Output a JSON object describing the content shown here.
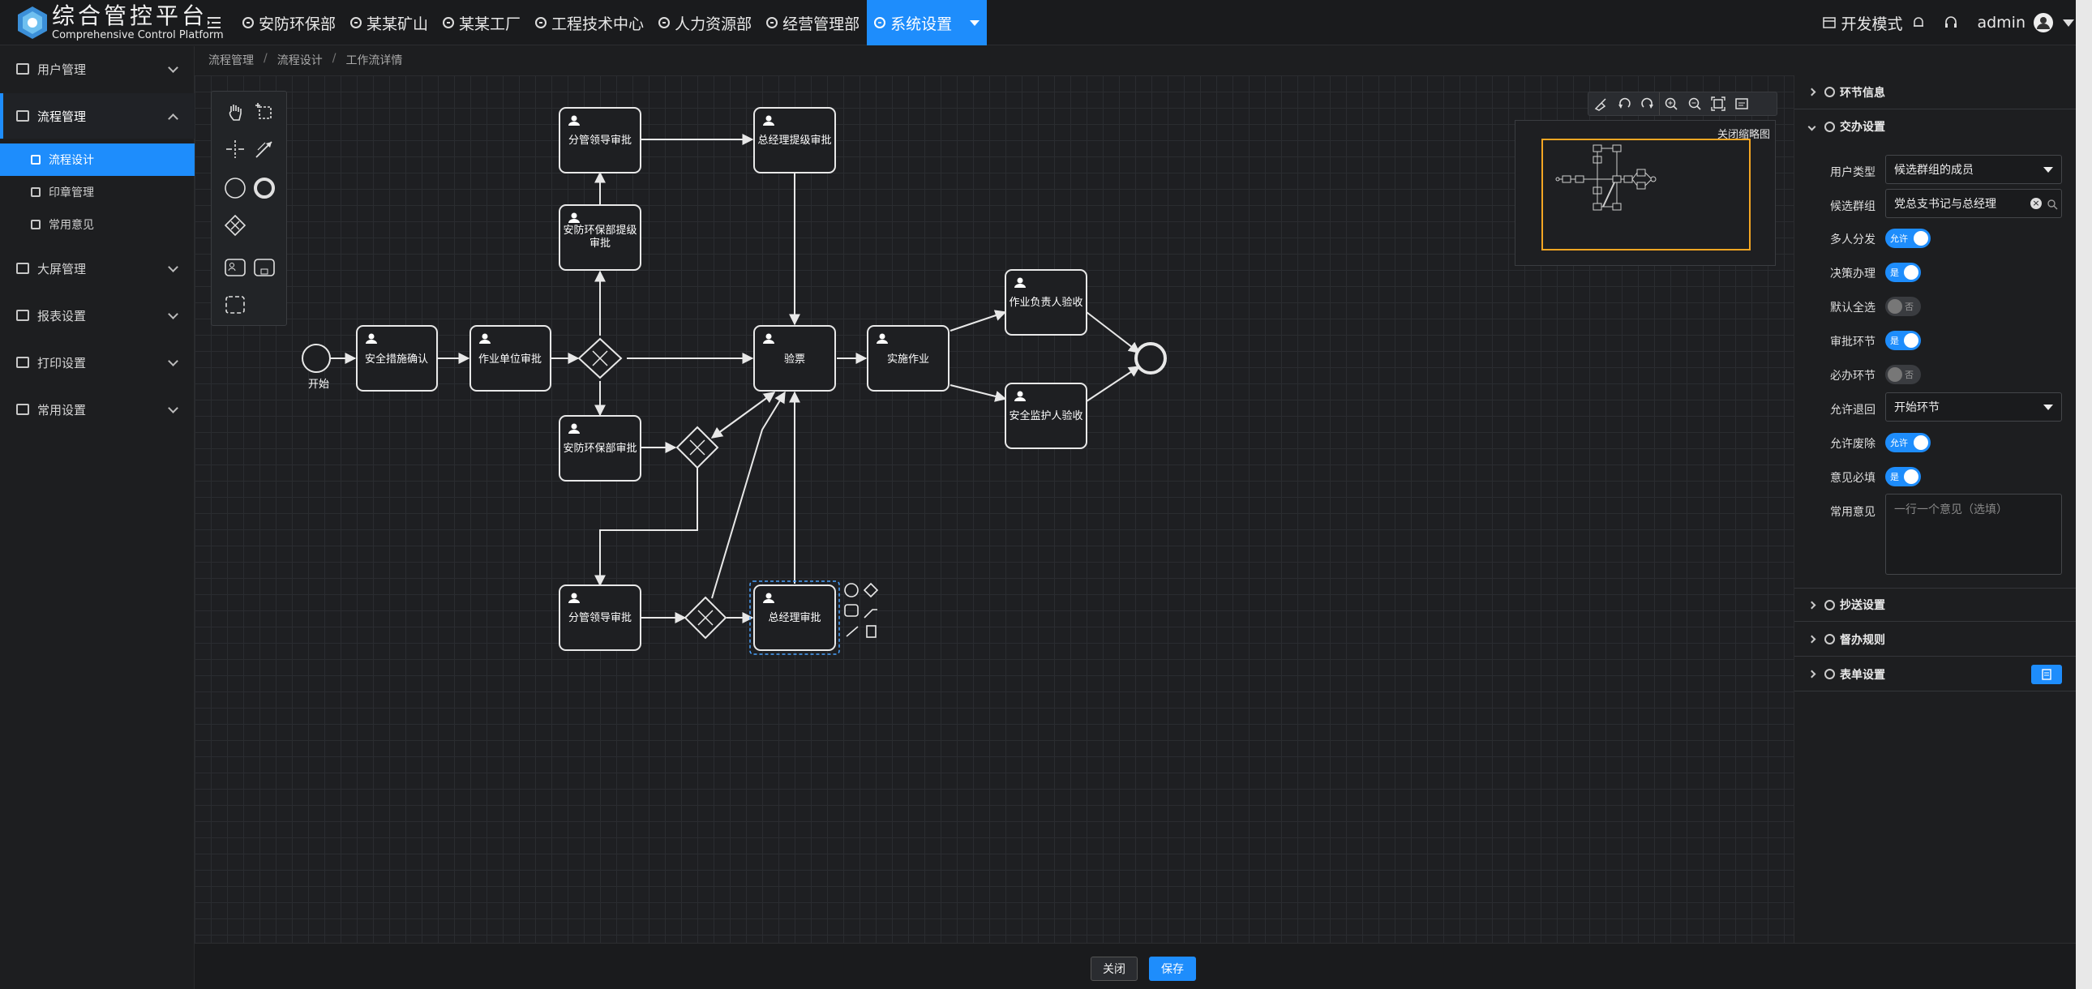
{
  "header": {
    "brand_title": "综合管控平台",
    "brand_subtitle": "Comprehensive Control Platform",
    "nav": [
      {
        "label": "安防环保部"
      },
      {
        "label": "某某矿山"
      },
      {
        "label": "某某工厂"
      },
      {
        "label": "工程技术中心"
      },
      {
        "label": "人力资源部"
      },
      {
        "label": "经营管理部"
      },
      {
        "label": "系统设置",
        "active": true
      }
    ],
    "dev_mode": "开发模式",
    "user": "admin"
  },
  "sidebar": {
    "items": [
      {
        "label": "用户管理",
        "icon": "users-icon"
      },
      {
        "label": "流程管理",
        "icon": "workflow-icon",
        "open": true,
        "children": [
          {
            "label": "流程设计",
            "icon": "share-icon",
            "active": true
          },
          {
            "label": "印章管理",
            "icon": "stamp-icon"
          },
          {
            "label": "常用意见",
            "icon": "comment-icon"
          }
        ]
      },
      {
        "label": "大屏管理",
        "icon": "monitor-icon"
      },
      {
        "label": "报表设置",
        "icon": "chart-icon"
      },
      {
        "label": "打印设置",
        "icon": "printer-icon"
      },
      {
        "label": "常用设置",
        "icon": "gear-icon"
      }
    ]
  },
  "breadcrumb": [
    "流程管理",
    "流程设计",
    "工作流详情"
  ],
  "canvas": {
    "minimap_close": "关闭缩略图",
    "start_label": "开始",
    "nodes": {
      "n1": "安全措施确认",
      "n2": "作业单位审批",
      "n3": "分管领导审批",
      "n4": "总经理提级审批",
      "n5": "安防环保部提级",
      "n5b": "审批",
      "n6": "安防环保部审批",
      "n7": "验票",
      "n8": "实施作业",
      "n9": "作业负责人验收",
      "n10": "安全监护人验收",
      "n11": "分管领导审批",
      "n12": "总经理审批"
    }
  },
  "panel": {
    "sections": {
      "node_info": "环节信息",
      "handover": "交办设置",
      "cc": "抄送设置",
      "supervise": "督办规则",
      "form": "表单设置"
    },
    "fields": {
      "user_type_label": "用户类型",
      "user_type_value": "候选群组的成员",
      "group_label": "候选群组",
      "group_value": "党总支书记与总经理",
      "multi_label": "多人分发",
      "multi_value": "允许",
      "decision_label": "决策办理",
      "decision_value": "是",
      "select_all_label": "默认全选",
      "select_all_value": "否",
      "approve_label": "审批环节",
      "approve_value": "是",
      "required_label": "必办环节",
      "required_value": "否",
      "return_label": "允许退回",
      "return_value": "开始环节",
      "abolish_label": "允许废除",
      "abolish_value": "允许",
      "opinion_req_label": "意见必填",
      "opinion_req_value": "是",
      "common_opinion_label": "常用意见",
      "common_opinion_placeholder": "一行一个意见（选填）"
    }
  },
  "footer": {
    "close": "关闭",
    "save": "保存"
  }
}
